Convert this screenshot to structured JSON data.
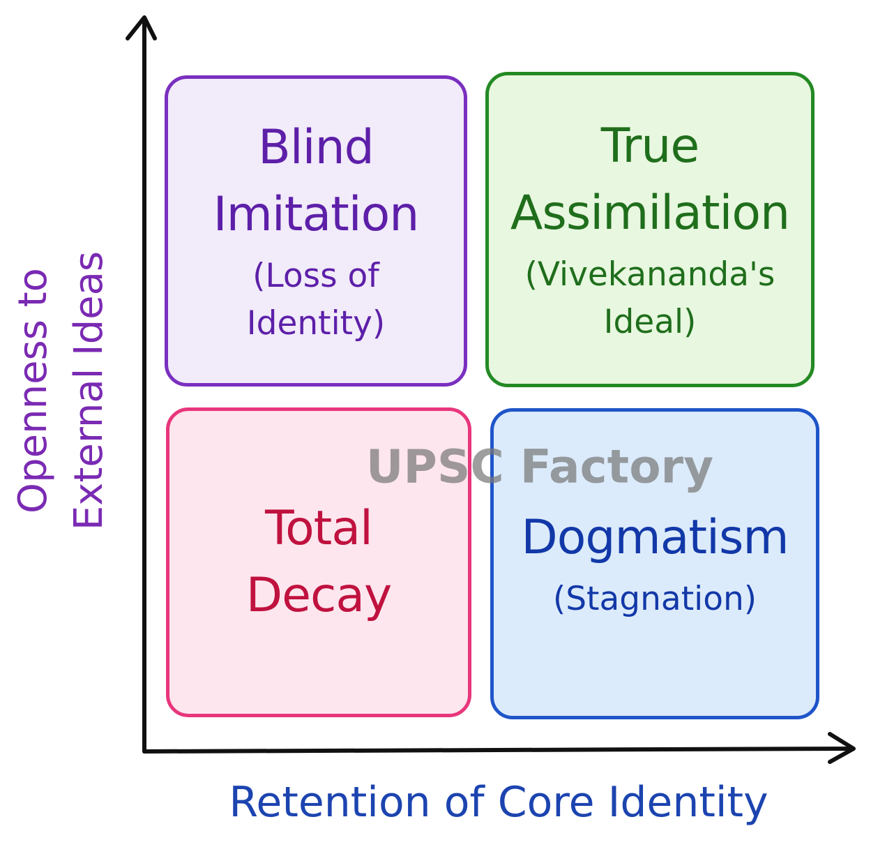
{
  "diagram": {
    "y_axis_label": "Openness to\nExternal Ideas",
    "x_axis_label": "Retention of Core Identity",
    "quadrants": {
      "top_left": {
        "title": "Blind\nImitation",
        "subtitle": "(Loss of\nIdentity)",
        "fill": "#f1ebfa",
        "border": "#7a2fbf",
        "text_color": "#5d1fa8"
      },
      "top_right": {
        "title": "True\nAssimilation",
        "subtitle": "(Vivekananda's\nIdeal)",
        "fill": "#e8f7df",
        "border": "#248a24",
        "text_color": "#1f6e1c"
      },
      "bottom_left": {
        "title": "Total\nDecay",
        "fill": "#fde6ee",
        "border": "#e8367c",
        "text_color": "#c0123f"
      },
      "bottom_right": {
        "title": "Dogmatism",
        "subtitle": "(Stagnation)",
        "fill": "#dcebfb",
        "border": "#1f55c9",
        "text_color": "#1238a8"
      }
    }
  },
  "watermark": "UPSC Factory"
}
